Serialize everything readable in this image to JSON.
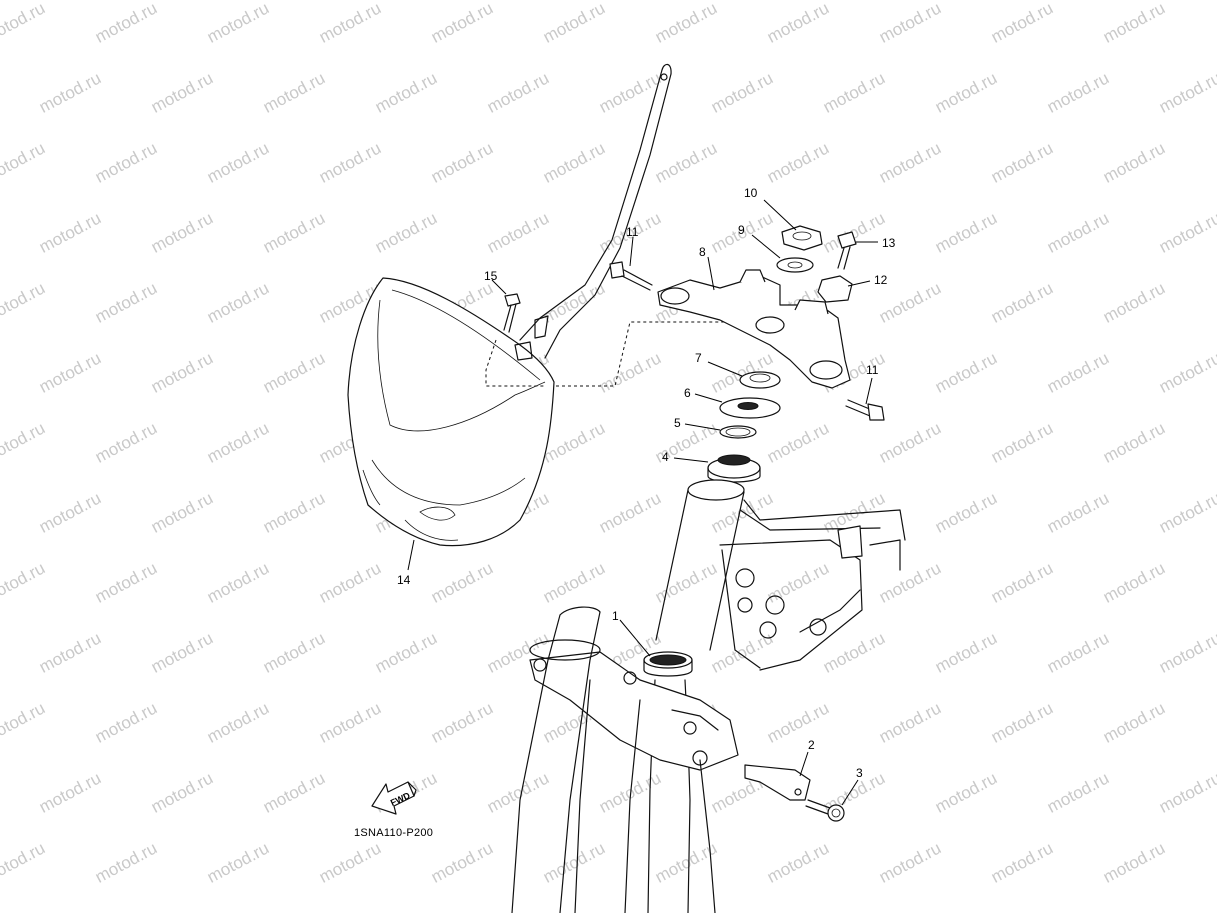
{
  "diagram": {
    "code": "1SNA110-P200",
    "watermark": "motod.ru",
    "fwd_label": "FWD",
    "callouts": {
      "c1": "1",
      "c2": "2",
      "c3": "3",
      "c4": "4",
      "c5": "5",
      "c6": "6",
      "c7": "7",
      "c8": "8",
      "c9": "9",
      "c10": "10",
      "c11a": "11",
      "c11b": "11",
      "c12": "12",
      "c13": "13",
      "c14": "14",
      "c15": "15"
    }
  }
}
